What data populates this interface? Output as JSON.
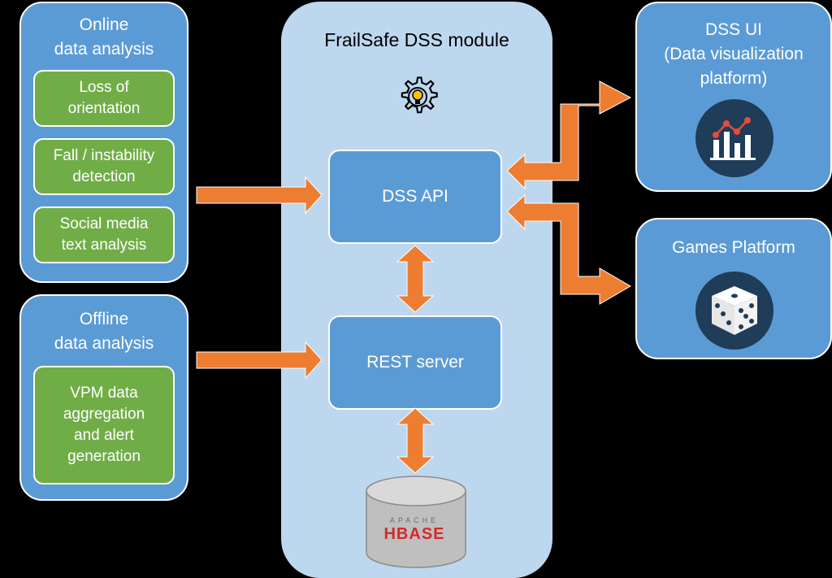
{
  "online": {
    "title": [
      "Online",
      "data analysis"
    ],
    "items": [
      [
        "Loss of",
        "orientation"
      ],
      [
        "Fall / instability",
        "detection"
      ],
      [
        "Social media",
        "text analysis"
      ]
    ]
  },
  "offline": {
    "title": [
      "Offline",
      "data analysis"
    ],
    "items": [
      [
        "VPM data",
        "aggregation",
        "and alert",
        "generation"
      ]
    ]
  },
  "dss_module": {
    "title": "FrailSafe DSS module",
    "api": "DSS API",
    "rest": "REST server",
    "db_logo_top": "APACHE",
    "db_logo_main": "HBASE",
    "icon": "gear-bulb-icon"
  },
  "dss_ui": {
    "title": [
      "DSS UI",
      "(Data visualization",
      "platform)"
    ],
    "icon": "chart-icon"
  },
  "games": {
    "title": "Games Platform",
    "icon": "dice-icon"
  },
  "colors": {
    "panel_blue": "#5b9bd5",
    "module_bg": "#bdd7ee",
    "green": "#70ad47",
    "arrow": "#ed7d31",
    "hbase_red": "#d42a2a"
  }
}
